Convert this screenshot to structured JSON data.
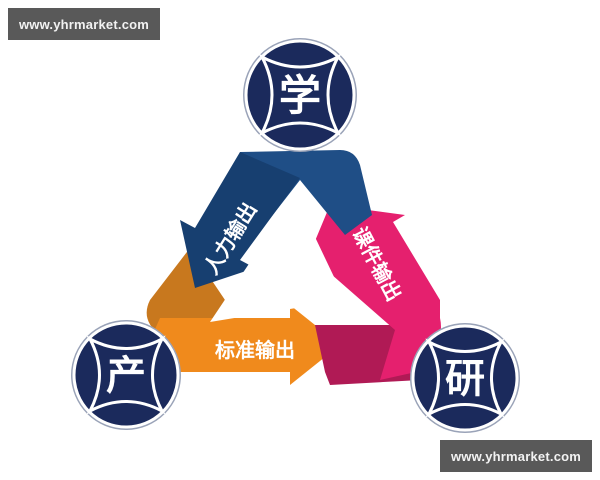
{
  "watermarks": {
    "top_left": "www.yhrmarket.com",
    "bottom_right": "www.yhrmarket.com"
  },
  "diagram": {
    "type": "cycle-triangle",
    "nodes": [
      {
        "id": "xue",
        "label": "学",
        "position": "top"
      },
      {
        "id": "chan",
        "label": "产",
        "position": "bottom-left"
      },
      {
        "id": "yan",
        "label": "研",
        "position": "bottom-right"
      }
    ],
    "arrows": [
      {
        "label": "人力输出",
        "from": "xue",
        "to": "chan",
        "color": "#1f4e86"
      },
      {
        "label": "标准输出",
        "from": "chan",
        "to": "yan",
        "color": "#f08a1c"
      },
      {
        "label": "课件输出",
        "from": "yan",
        "to": "xue",
        "color": "#e5206e"
      }
    ]
  },
  "colors": {
    "coin_fill": "#1b2a5c",
    "coin_ring": "#ffffff",
    "coin_outer": "#9aa3b8",
    "blue": "#1f4e86",
    "blue_dark": "#173f70",
    "orange": "#f08a1c",
    "orange_dark": "#c8781e",
    "pink": "#e5206e",
    "pink_dark": "#b01a55",
    "watermark_bg": "#595959"
  }
}
